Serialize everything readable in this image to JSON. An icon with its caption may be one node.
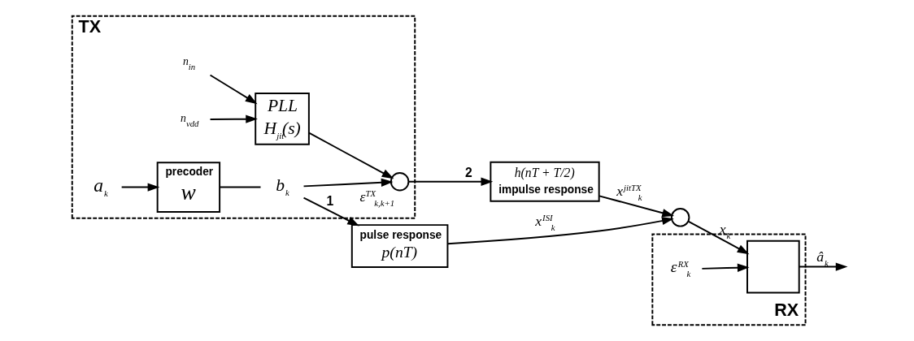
{
  "diagram": {
    "nodes": [
      {
        "text": [
          "TX"
        ]
      },
      {
        "text": [
          "a$_{k}$"
        ],
        "in": 0
      },
      {
        "text": [
          "precoder",
          "w"
        ],
        "in": 0
      },
      {
        "text": [
          "b$_{k}$"
        ],
        "in": 0
      },
      {
        "text": [
          "n$_{vdd}$"
        ],
        "in": 0
      },
      {
        "text": [
          "n$_{in}$"
        ],
        "in": 0
      },
      {
        "text": [
          "PLL",
          "H$_{jit}$(s)"
        ],
        "in": 0
      },
      {
        "text": [],
        "shape": "circle",
        "in": 0,
        "beside": [
          "ε$^{TX}$$_{k,k+1}$"
        ]
      },
      {
        "text": [
          "pulse response",
          "p(nT)"
        ]
      },
      {
        "text": [
          "h(nT + T/2)",
          "impulse response"
        ]
      },
      {
        "text": [],
        "shape": "circle"
      },
      {
        "text": [
          "RX"
        ]
      },
      {
        "text": [],
        "shape": "box",
        "in": 11
      },
      {
        "text": [
          "ε$^{RX}$$_{k}$"
        ],
        "in": 11
      }
    ],
    "edges": [
      {
        "from": 1,
        "to": 2,
        "arrow": "to"
      },
      {
        "from": 2,
        "to": 3,
        "arrow": "none"
      },
      {
        "from": 3,
        "to": 8,
        "arrow": "to",
        "label": "1"
      },
      {
        "from": 3,
        "to": 7,
        "arrow": "to"
      },
      {
        "from": 4,
        "to": 6,
        "arrow": "to"
      },
      {
        "from": 5,
        "to": 6,
        "arrow": "to"
      },
      {
        "from": 6,
        "to": 7,
        "arrow": "to"
      },
      {
        "from": 7,
        "to": 9,
        "arrow": "to",
        "label": "2"
      },
      {
        "from": 8,
        "to": 10,
        "arrow": "to",
        "label": "x$^{ISI}$$_{k}$"
      },
      {
        "from": 9,
        "to": 10,
        "arrow": "to",
        "label": "x$^{jitTX}$$_{k}$"
      },
      {
        "from": 10,
        "to": 12,
        "arrow": "to",
        "label": "x$_{k}$"
      },
      {
        "from": 12,
        "to": null,
        "arrow": "to",
        "label": "â$_{k}$"
      },
      {
        "from": 13,
        "to": 12,
        "arrow": "to"
      }
    ]
  }
}
